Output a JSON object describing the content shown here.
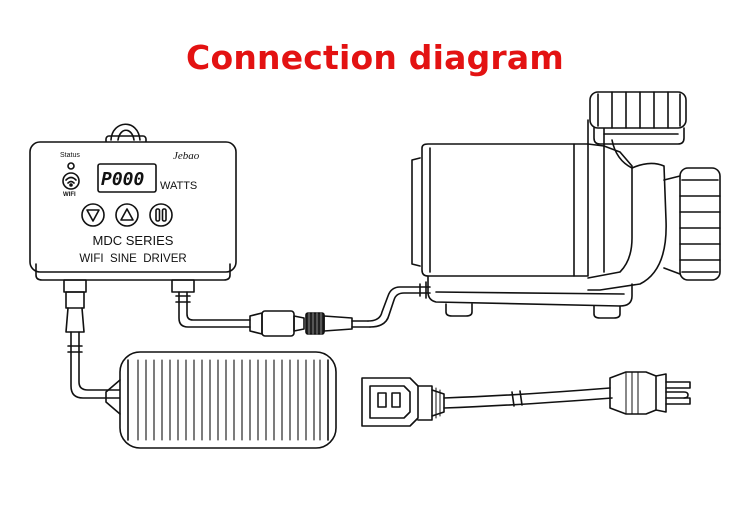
{
  "title": "Connection diagram",
  "driver": {
    "brand": "Jebao",
    "status_label": "Status",
    "wifi_label": "WIFI",
    "display": "P000",
    "watts_label": "WATTS",
    "series": "MDC SERIES",
    "subtitle": "WIFI  SINE  DRIVER"
  },
  "colors": {
    "title": "#e31212",
    "line": "#111111"
  },
  "icons": [
    "wifi-icon",
    "down-triangle-icon",
    "up-triangle-icon",
    "pause-icon"
  ]
}
